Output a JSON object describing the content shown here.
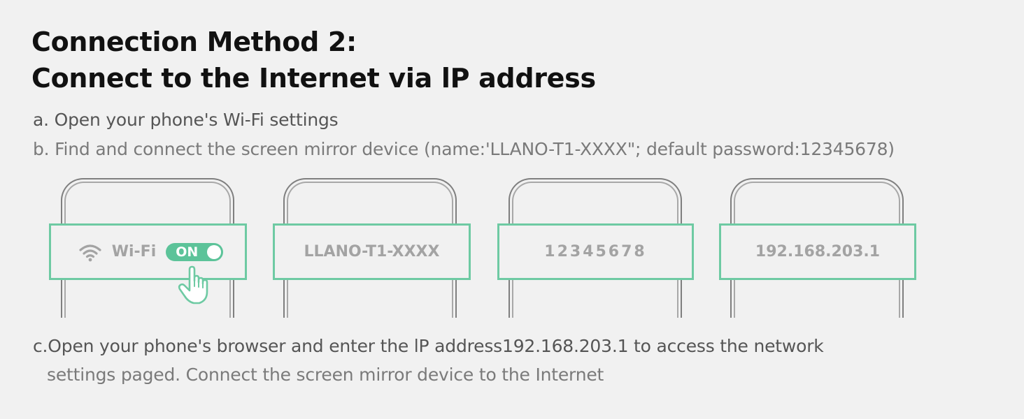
{
  "title": {
    "line1": "Connection Method 2:",
    "line2": "Connect to the Internet via lP address"
  },
  "steps": {
    "a": "a. Open your phone's Wi-Fi settings",
    "b": "b. Find and connect the screen mirror device (name:'LLANO-T1-XXXX\"; default password:12345678)",
    "c_line1": "c.Open your phone's browser and enter the lP address192.168.203.1 to access the network",
    "c_line2": "settings paged. Connect the screen mirror device to the Internet"
  },
  "cards": {
    "wifi_label": "Wi-Fi",
    "toggle_label": "ON",
    "device_name": "LLANO-T1-XXXX",
    "password": "12345678",
    "ip_address": "192.168.203.1"
  },
  "icons": {
    "wifi": "wifi-icon",
    "hand": "hand-pointer-icon"
  },
  "colors": {
    "accent": "#6ecaa3",
    "toggle": "#5cc399",
    "title": "#111111",
    "text": "#555555",
    "muted_text": "#7a7a7a",
    "card_text": "#a3a3a3"
  }
}
